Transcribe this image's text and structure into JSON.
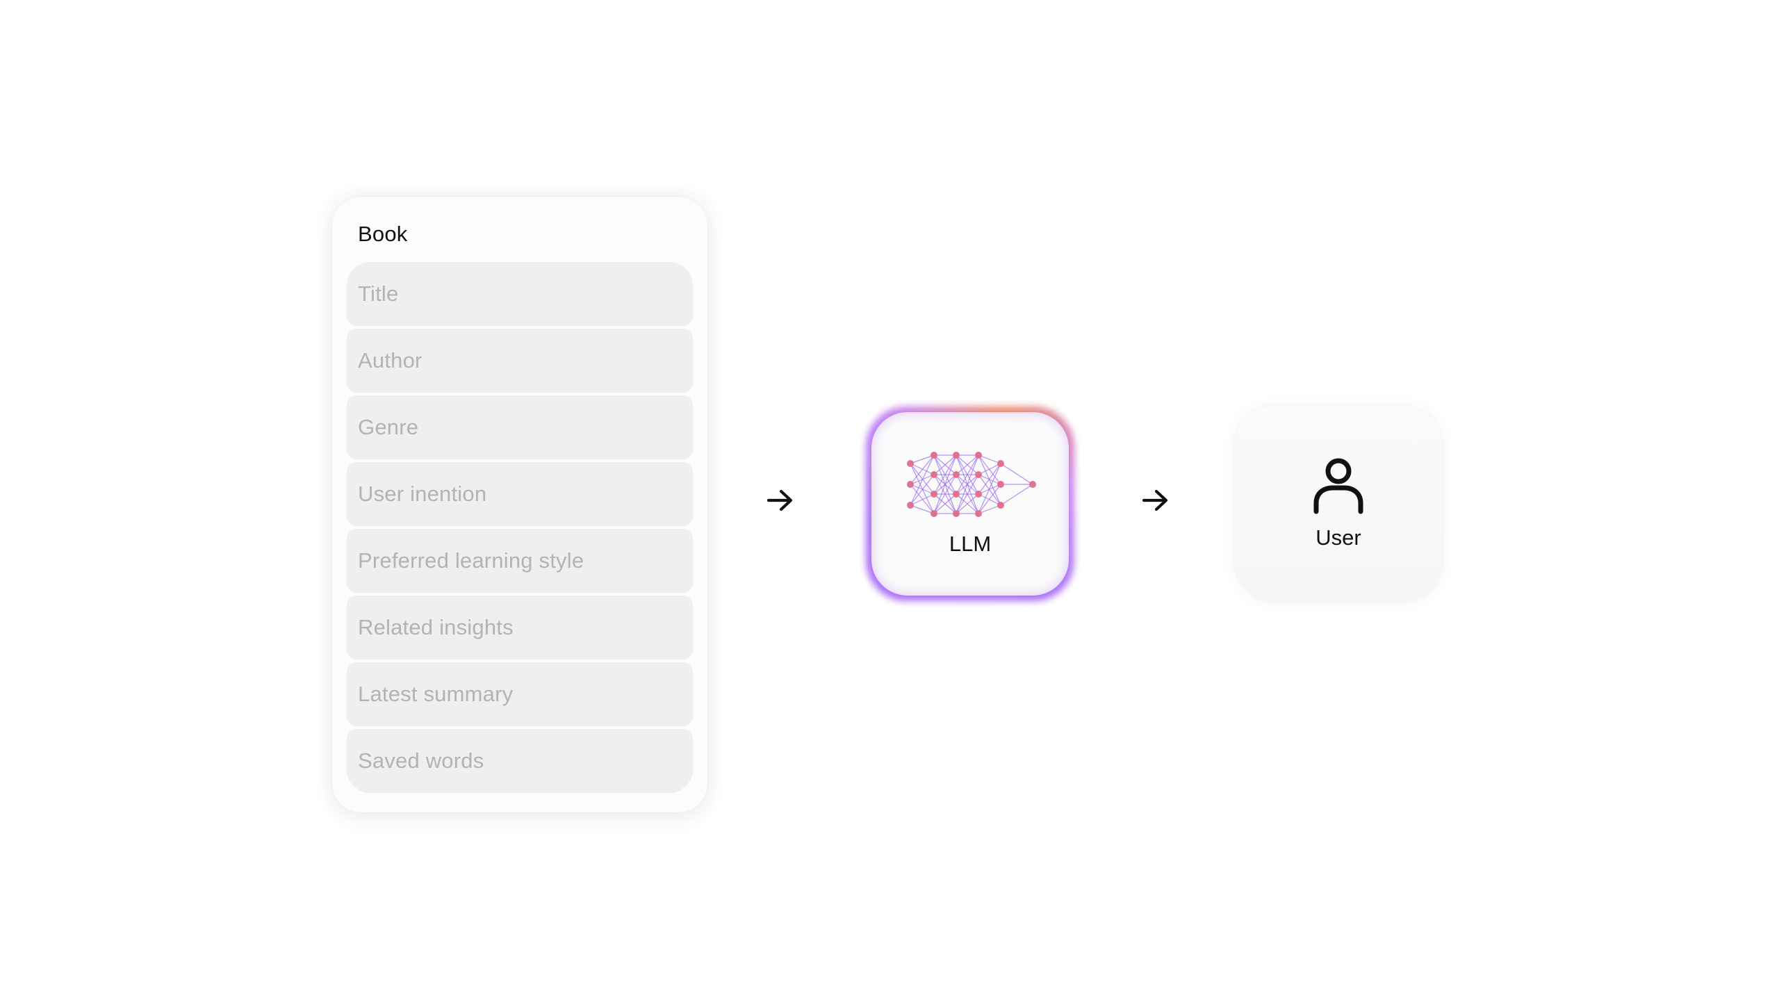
{
  "book": {
    "title": "Book",
    "fields": [
      {
        "label": "Title"
      },
      {
        "label": "Author"
      },
      {
        "label": "Genre"
      },
      {
        "label": "User inention"
      },
      {
        "label": "Preferred learning style"
      },
      {
        "label": "Related insights"
      },
      {
        "label": "Latest summary"
      },
      {
        "label": "Saved words"
      }
    ]
  },
  "llm": {
    "label": "LLM",
    "icon": "neural-network-icon",
    "glow_colors": [
      "#b06bf7",
      "#e9845e"
    ]
  },
  "user": {
    "label": "User",
    "icon": "person-icon"
  },
  "arrows": [
    {
      "icon": "arrow-right-icon"
    },
    {
      "icon": "arrow-right-icon"
    }
  ],
  "colors": {
    "node": "#e0718f",
    "edge": "#9b6cf2",
    "field_text": "#b3b3b3",
    "field_bg": "#efefef"
  }
}
